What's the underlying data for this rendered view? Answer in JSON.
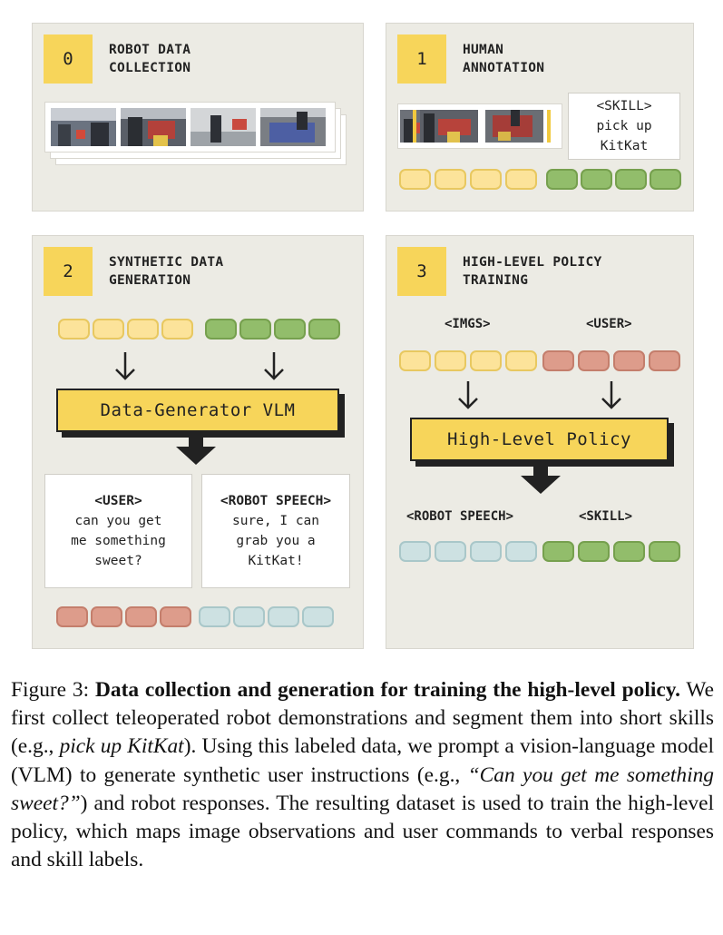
{
  "panel0": {
    "number": "0",
    "title_line1": "ROBOT DATA",
    "title_line2": "COLLECTION"
  },
  "panel1": {
    "number": "1",
    "title_line1": "HUMAN",
    "title_line2": "ANNOTATION",
    "skill_tag": "<SKILL>",
    "skill_line1": "pick up",
    "skill_line2": "KitKat"
  },
  "panel2": {
    "number": "2",
    "title_line1": "SYNTHETIC DATA",
    "title_line2": "GENERATION",
    "model_label": "Data-Generator VLM",
    "user_tag": "<USER>",
    "user_line1": "can you get",
    "user_line2": "me something",
    "user_line3": "sweet?",
    "speech_tag": "<ROBOT SPEECH>",
    "speech_line1": "sure, I can",
    "speech_line2": "grab you a",
    "speech_line3": "KitKat!"
  },
  "panel3": {
    "number": "3",
    "title_line1": "HIGH-LEVEL POLICY",
    "title_line2": "TRAINING",
    "imgs_tag": "<IMGS>",
    "user_tag": "<USER>",
    "policy_label": "High-Level Policy",
    "speech_tag": "<ROBOT SPEECH>",
    "skill_tag": "<SKILL>"
  },
  "colors": {
    "yellow": "#f7d55a",
    "green": "#92bd6b",
    "red": "#dd9c8b",
    "blue": "#cde1e2",
    "panel": "#ecebe4"
  },
  "caption": {
    "prefix": "Figure 3: ",
    "bold": "Data collection and generation for training the high-level policy.",
    "part1": " We first collect teleoperated robot demonstrations and segment them into short skills (e.g., ",
    "italic1": "pick up KitKat",
    "part2": "). Using this labeled data, we prompt a vision-language model (VLM) to generate synthetic user instructions (e.g., ",
    "italic2": "“Can you get me something sweet?”",
    "part3": ") and robot responses. The resulting dataset is used to train the high-level policy, which maps image observations and user commands to verbal responses and skill labels."
  }
}
